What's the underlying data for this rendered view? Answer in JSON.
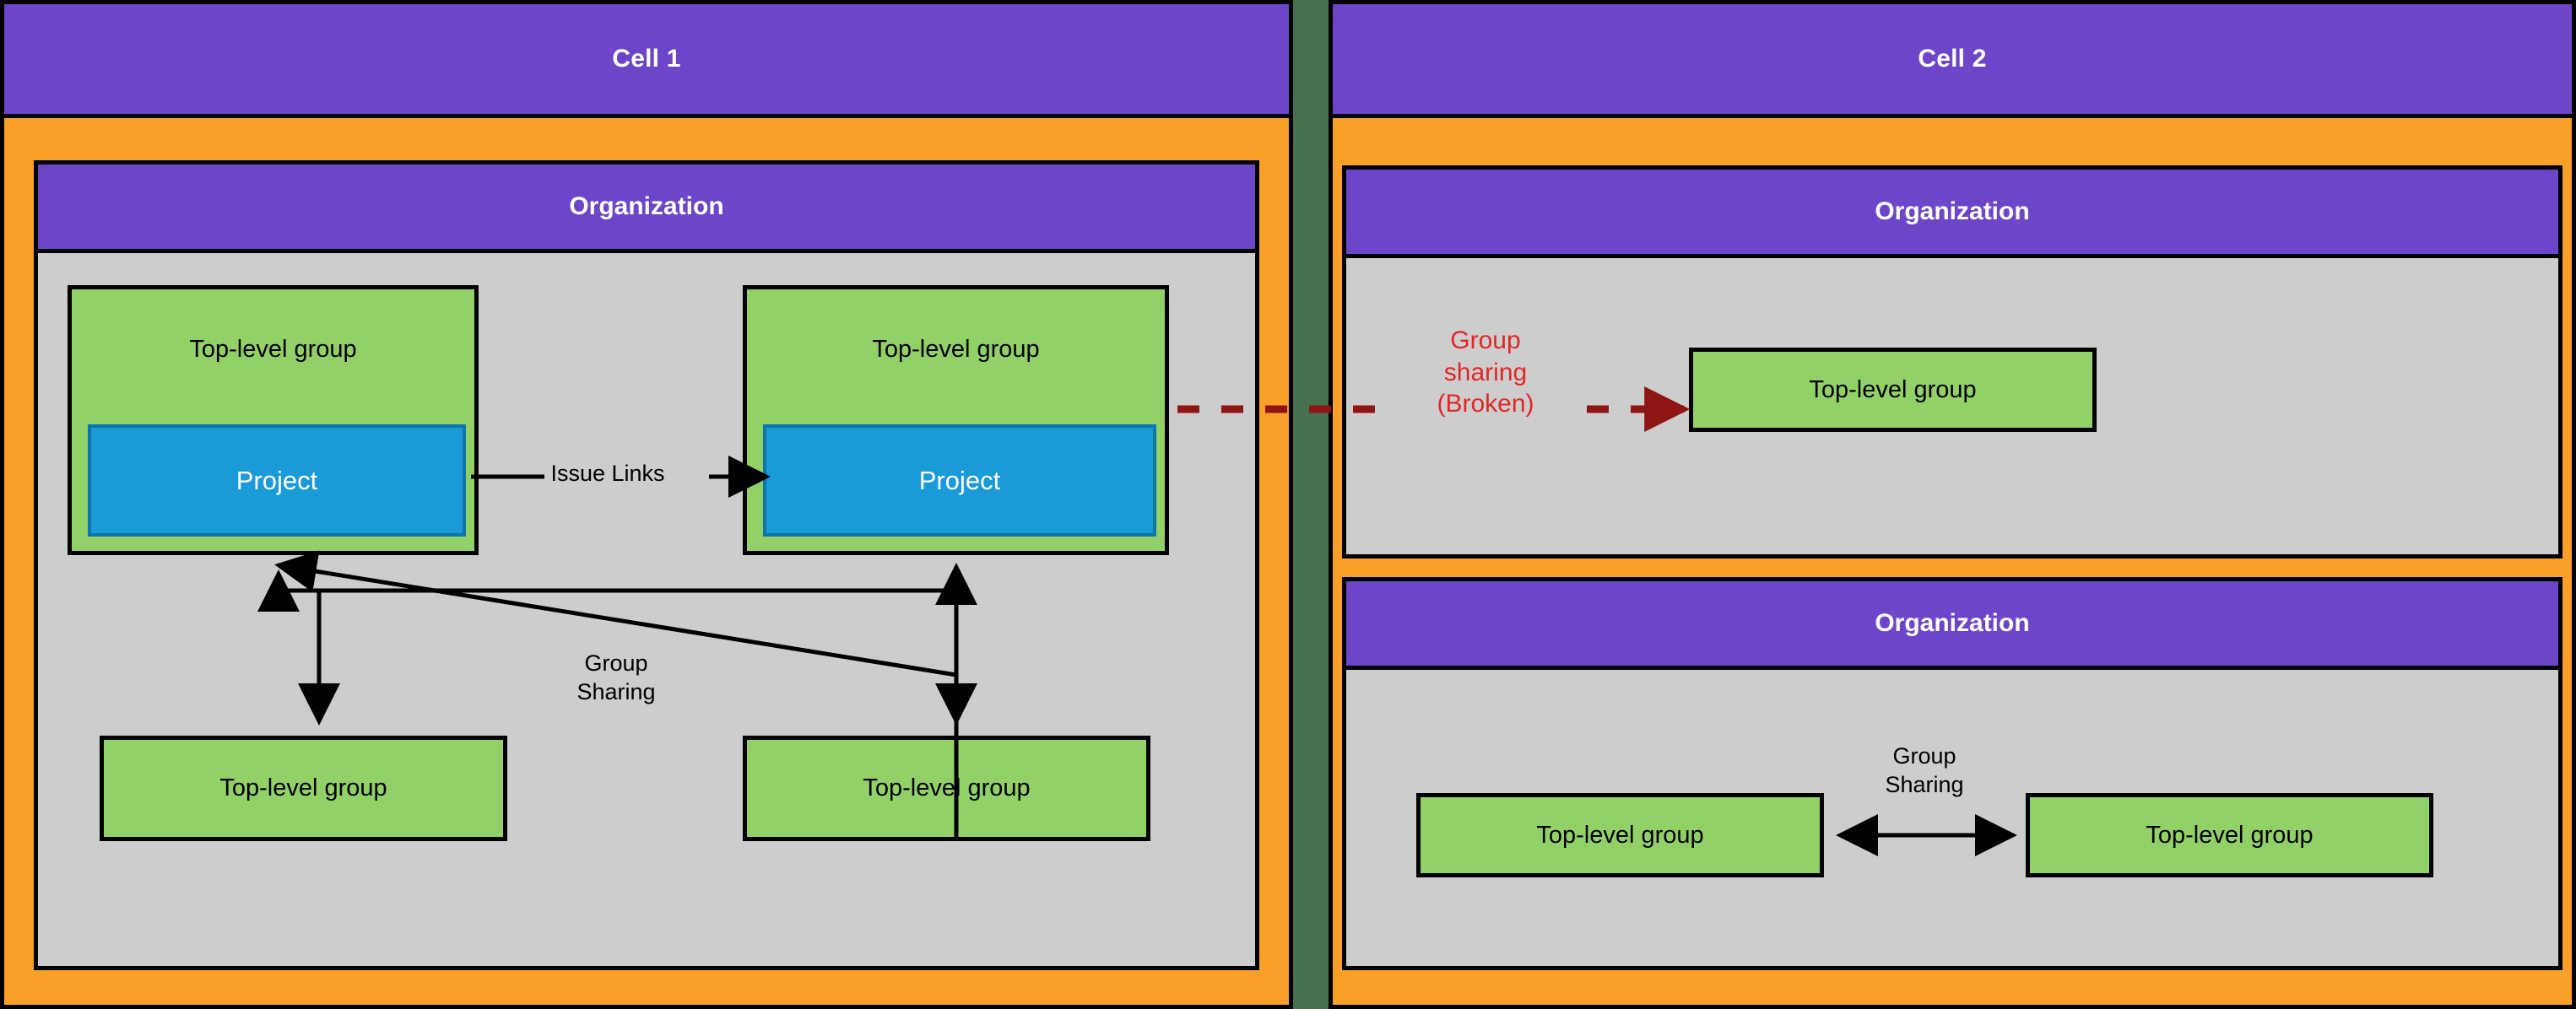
{
  "diagram": {
    "title": "Cells, organizations, top-level groups and projects",
    "colors": {
      "cell_border": "#000000",
      "cell_fill": "#fa9f28",
      "header_purple": "#6c45c9",
      "org_body_gray": "#cdcdcd",
      "group_green": "#92d168",
      "project_blue": "#1b9ad8",
      "project_border_blue": "#0f74aa",
      "divider_green": "#45714e",
      "broken_red_text": "#e02727",
      "broken_red_arrow": "#8f1515"
    }
  },
  "cells": [
    {
      "id": "cell-1",
      "label": "Cell 1",
      "organizations": [
        {
          "id": "cell1-org1",
          "label": "Organization",
          "groups": [
            {
              "id": "c1-g1",
              "label": "Top-level group",
              "project": {
                "label": "Project"
              }
            },
            {
              "id": "c1-g2",
              "label": "Top-level group",
              "project": {
                "label": "Project"
              }
            },
            {
              "id": "c1-g3",
              "label": "Top-level group",
              "project": null
            },
            {
              "id": "c1-g4",
              "label": "Top-level group",
              "project": null
            }
          ],
          "edge_labels": [
            {
              "id": "issue-links",
              "text": "Issue Links"
            },
            {
              "id": "group-sharing",
              "text": "Group\nSharing"
            }
          ]
        }
      ]
    },
    {
      "id": "cell-2",
      "label": "Cell 2",
      "organizations": [
        {
          "id": "cell2-org1",
          "label": "Organization",
          "groups": [
            {
              "id": "c2-g1",
              "label": "Top-level group",
              "project": null
            }
          ],
          "edge_labels": [
            {
              "id": "group-sharing-broken",
              "text": "Group\nsharing\n(Broken)"
            }
          ]
        },
        {
          "id": "cell2-org2",
          "label": "Organization",
          "groups": [
            {
              "id": "c2-g2",
              "label": "Top-level group",
              "project": null
            },
            {
              "id": "c2-g3",
              "label": "Top-level group",
              "project": null
            }
          ],
          "edge_labels": [
            {
              "id": "group-sharing-2",
              "text": "Group\nSharing"
            }
          ]
        }
      ]
    }
  ]
}
